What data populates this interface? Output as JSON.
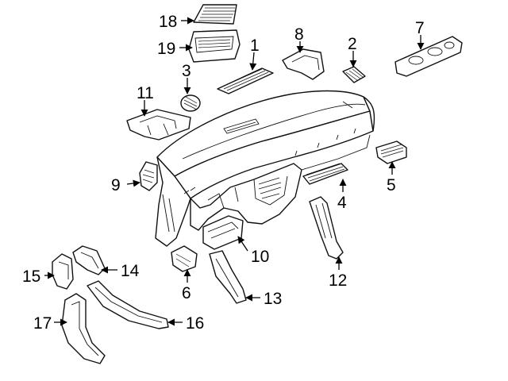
{
  "callouts": [
    {
      "id": "18",
      "label": "18"
    },
    {
      "id": "19",
      "label": "19"
    },
    {
      "id": "1",
      "label": "1"
    },
    {
      "id": "8",
      "label": "8"
    },
    {
      "id": "2",
      "label": "2"
    },
    {
      "id": "7",
      "label": "7"
    },
    {
      "id": "3",
      "label": "3"
    },
    {
      "id": "11",
      "label": "11"
    },
    {
      "id": "9",
      "label": "9"
    },
    {
      "id": "4",
      "label": "4"
    },
    {
      "id": "5",
      "label": "5"
    },
    {
      "id": "10",
      "label": "10"
    },
    {
      "id": "12",
      "label": "12"
    },
    {
      "id": "14",
      "label": "14"
    },
    {
      "id": "15",
      "label": "15"
    },
    {
      "id": "6",
      "label": "6"
    },
    {
      "id": "13",
      "label": "13"
    },
    {
      "id": "17",
      "label": "17"
    },
    {
      "id": "16",
      "label": "16"
    }
  ]
}
